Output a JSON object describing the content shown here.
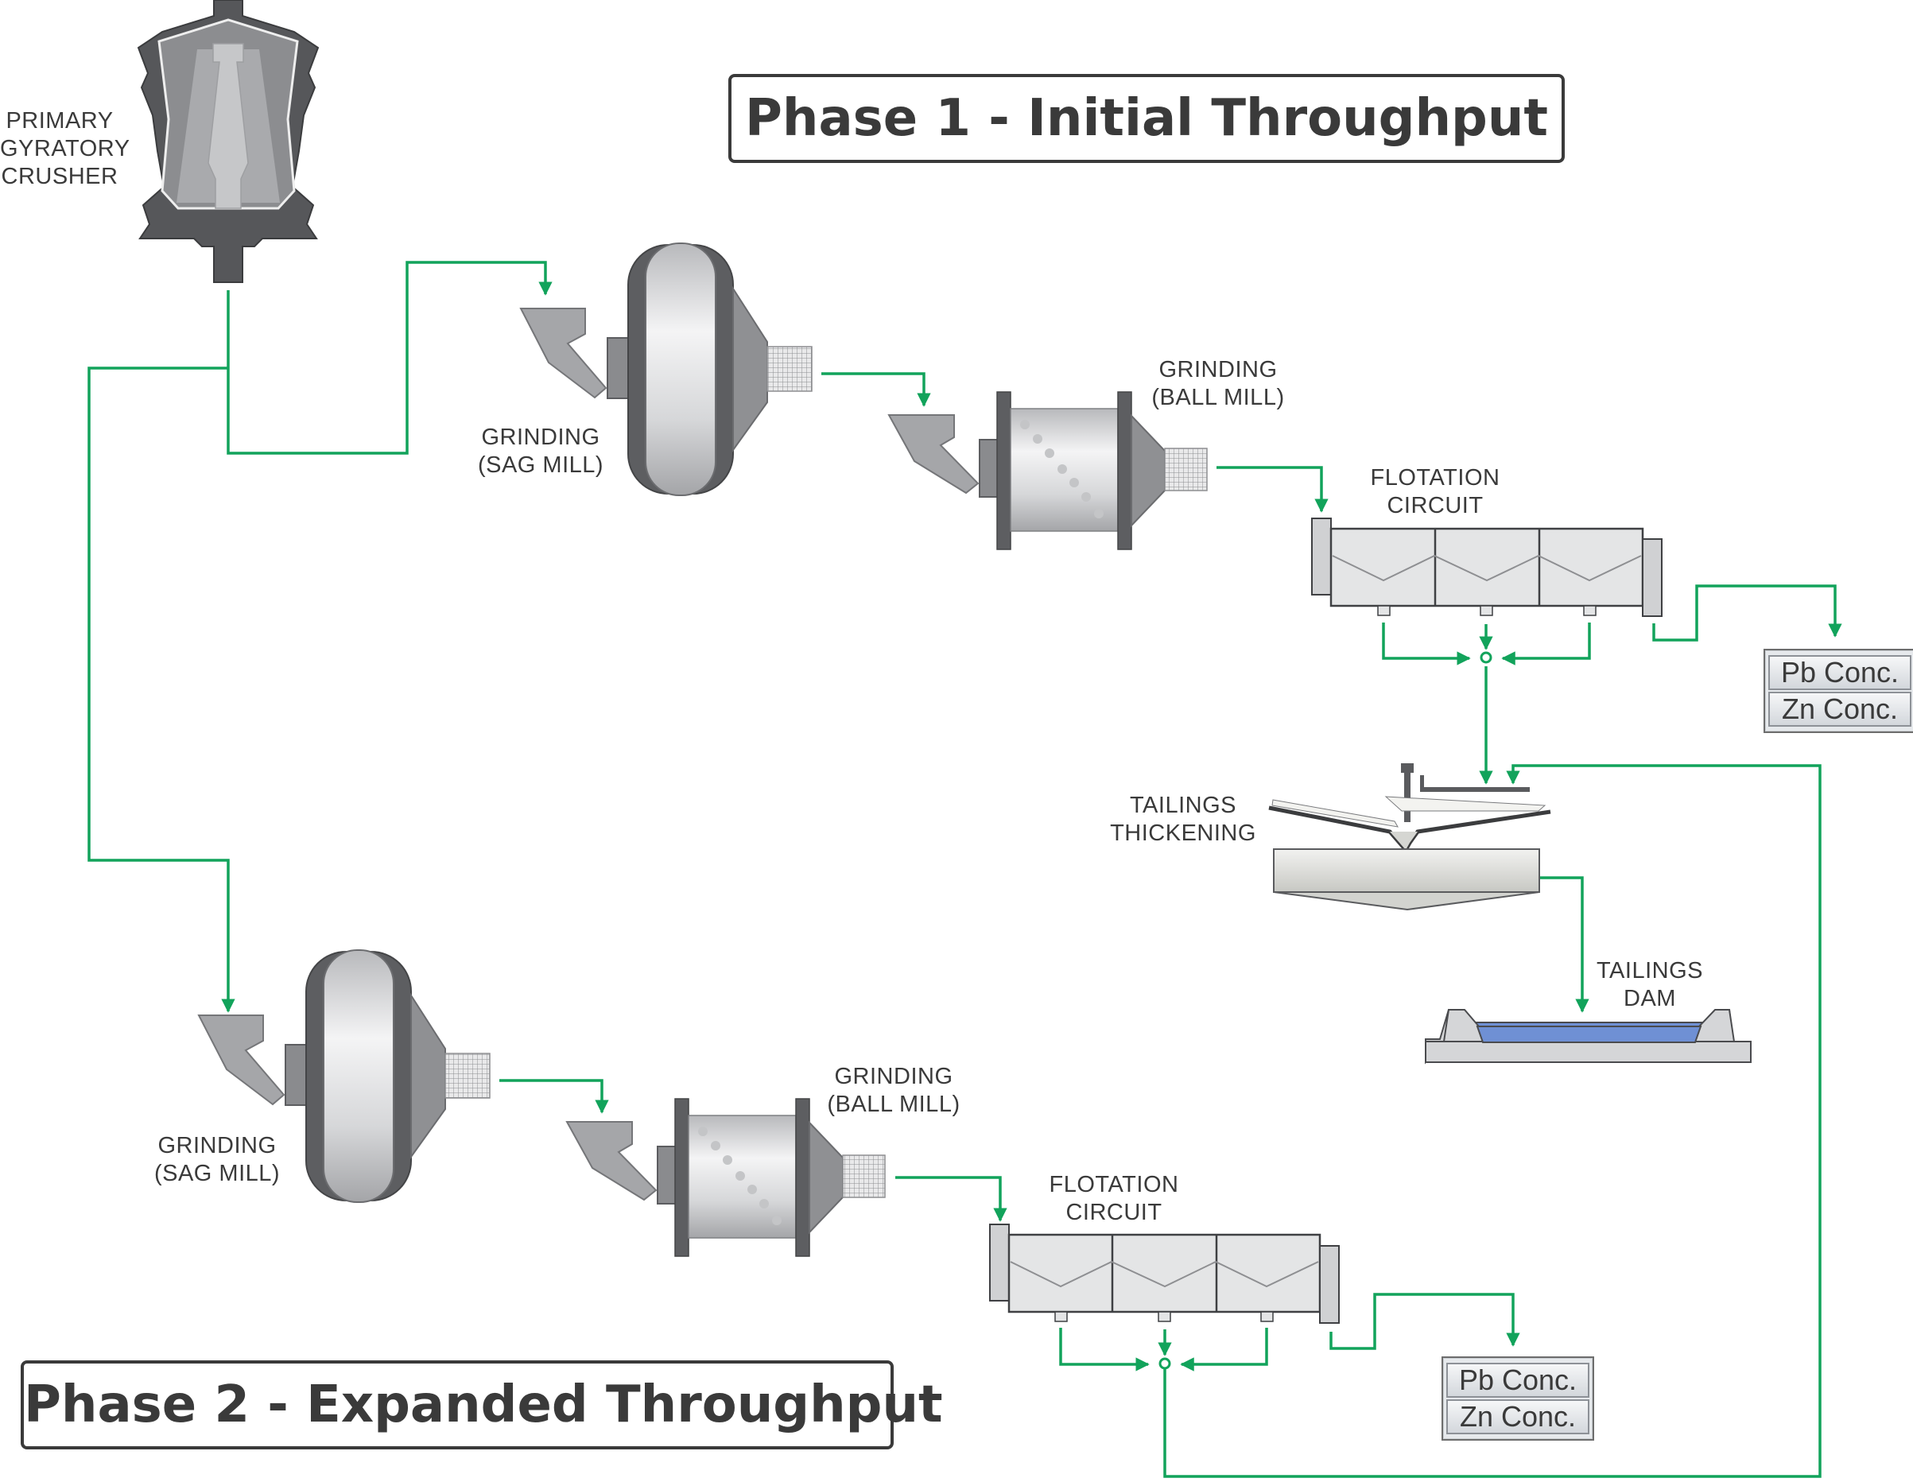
{
  "title_phase1": "Phase 1 - Initial Throughput",
  "title_phase2": "Phase 2 - Expanded Throughput",
  "labels": {
    "crusher": [
      "PRIMARY",
      "GYRATORY",
      "CRUSHER"
    ],
    "sag_mill_1": [
      "GRINDING",
      "(SAG MILL)"
    ],
    "ball_mill_1": [
      "GRINDING",
      "(BALL MILL)"
    ],
    "flotation_1": [
      "FLOTATION",
      "CIRCUIT"
    ],
    "tailings_thickening": [
      "TAILINGS",
      "THICKENING"
    ],
    "tailings_dam": [
      "TAILINGS",
      "DAM"
    ],
    "sag_mill_2": [
      "GRINDING",
      "(SAG MILL)"
    ],
    "ball_mill_2": [
      "GRINDING",
      "(BALL MILL)"
    ],
    "flotation_2": [
      "FLOTATION",
      "CIRCUIT"
    ]
  },
  "concentrates_1": [
    "Pb Conc.",
    "Zn Conc."
  ],
  "concentrates_2": [
    "Pb Conc.",
    "Zn Conc."
  ],
  "colors": {
    "flow_line": "#12a35b",
    "equipment_dark": "#5a5b5e",
    "equipment_mid": "#9a9b9e",
    "equipment_light": "#d7d8da",
    "water": "#6f90d4",
    "text": "#3a3a3a"
  }
}
